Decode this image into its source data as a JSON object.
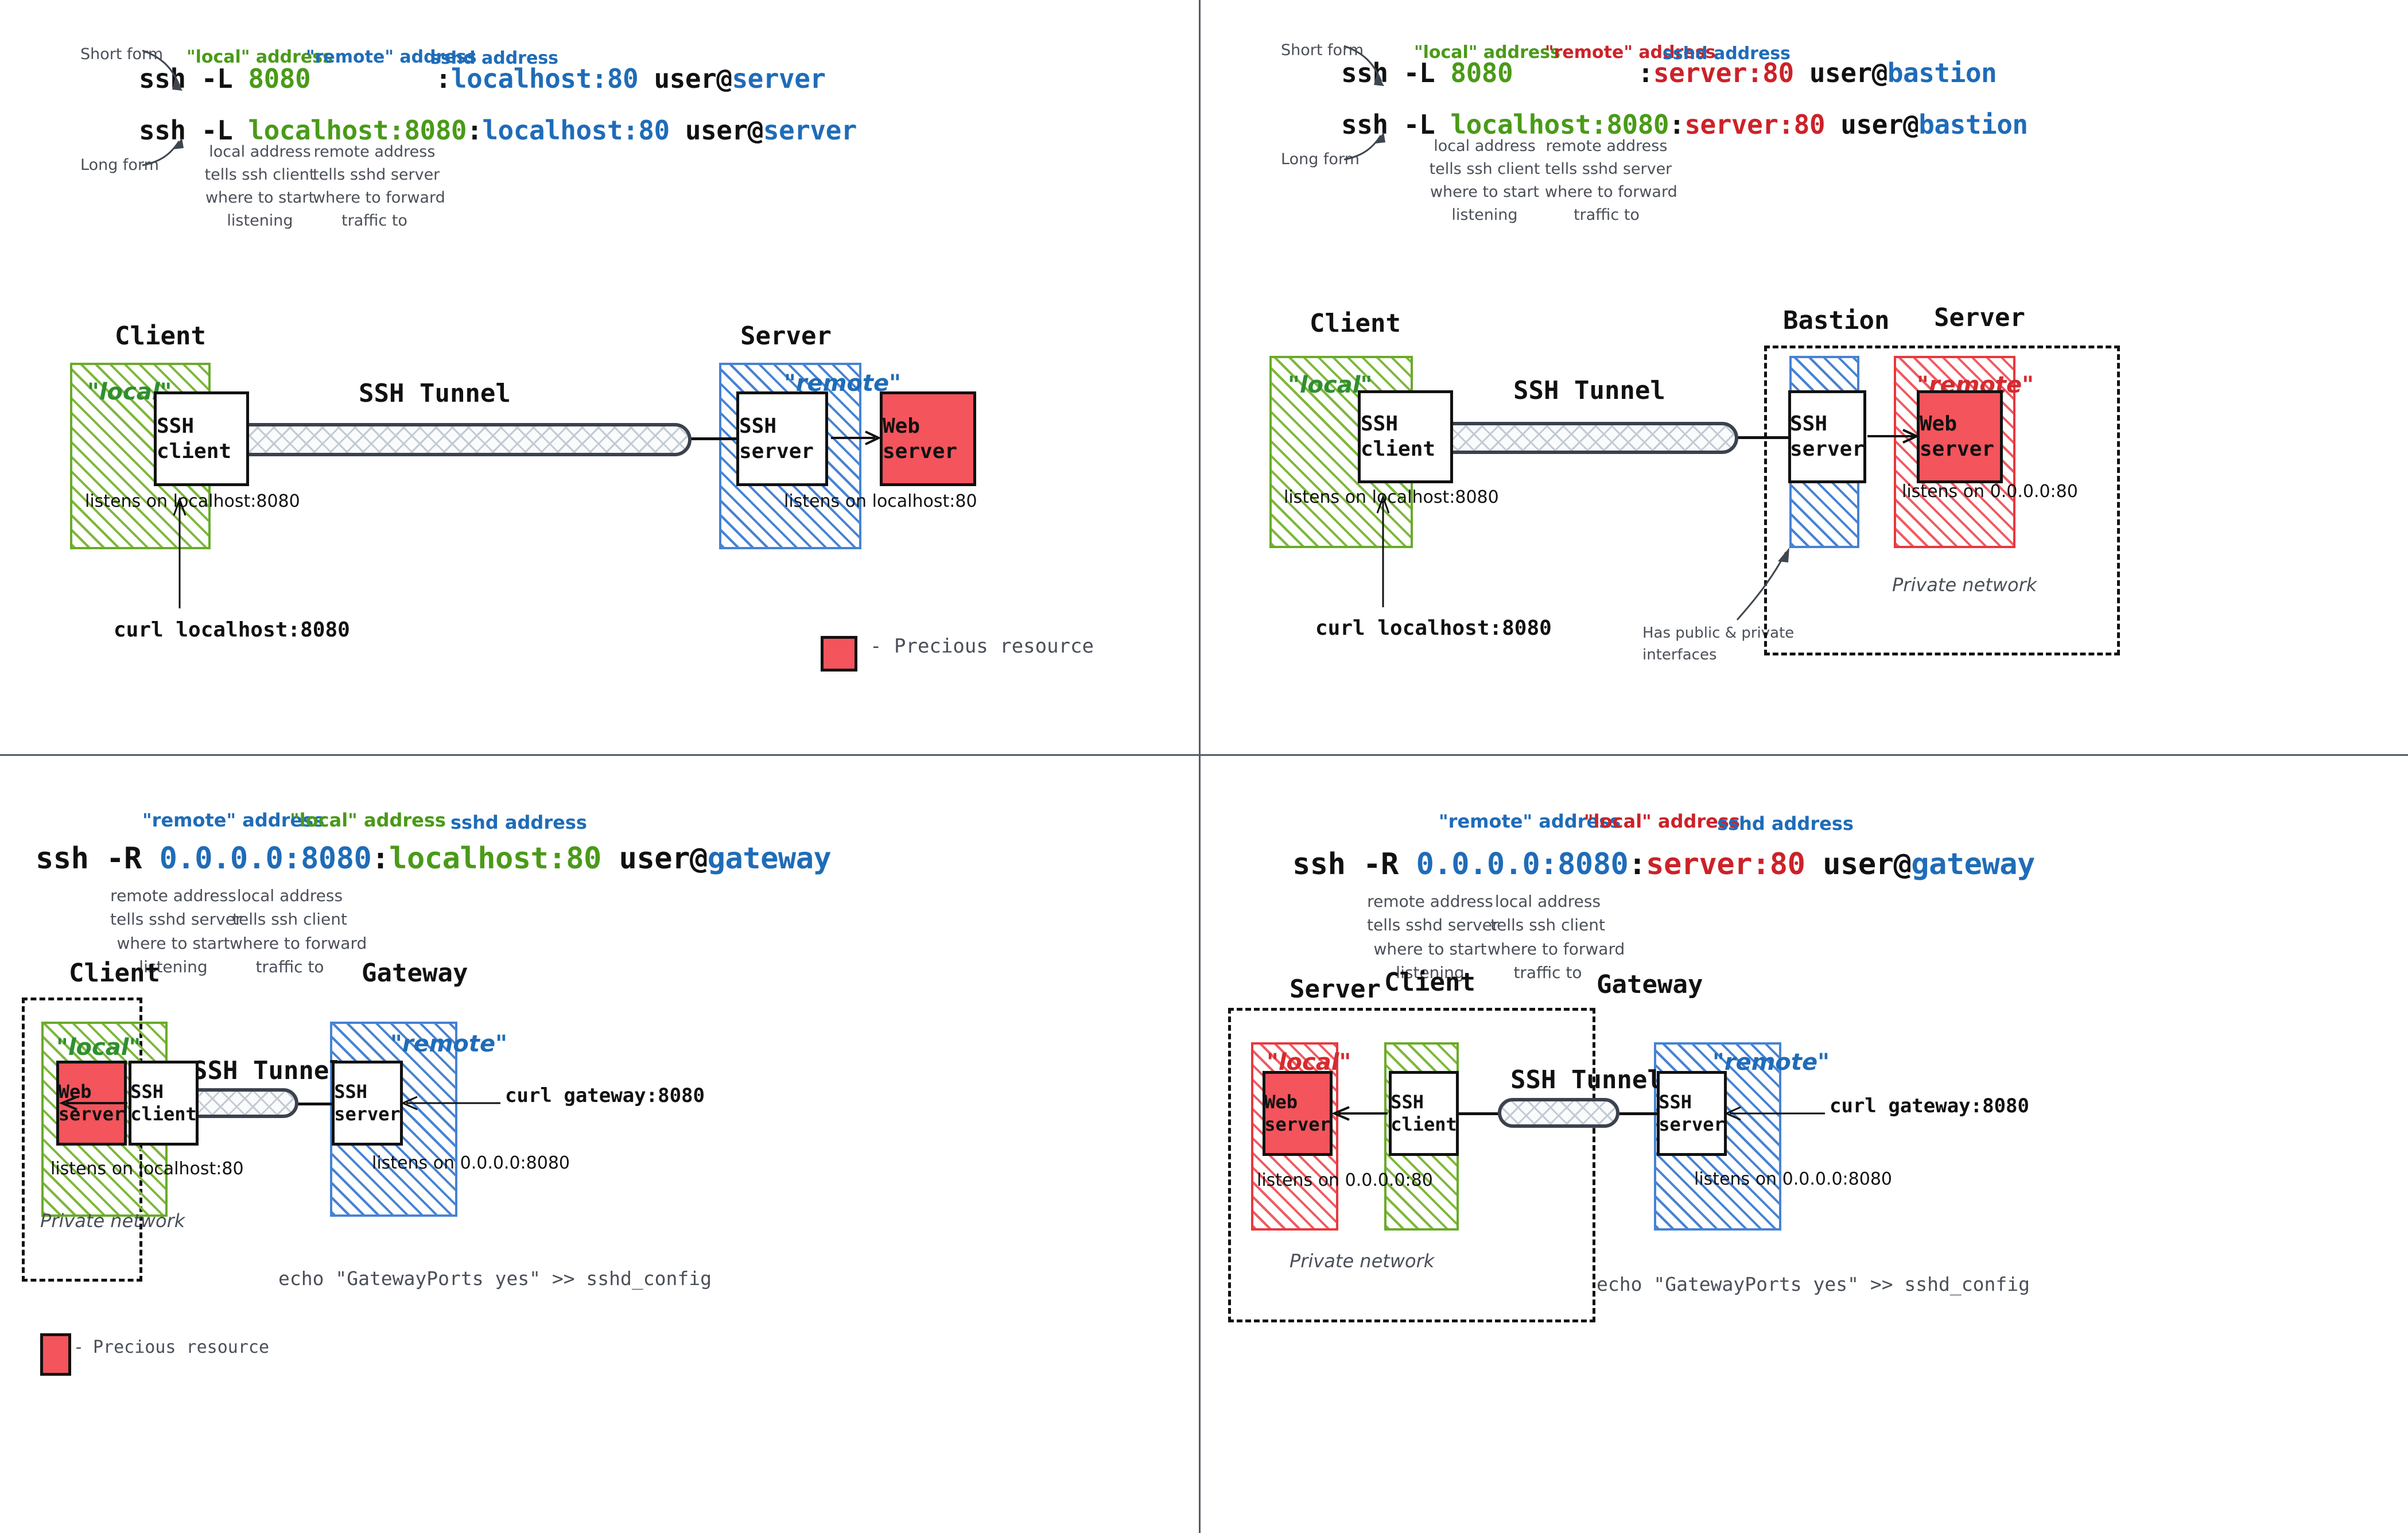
{
  "colors": {
    "green": "#4a9a18",
    "blue": "#1f6cb8",
    "red": "#cc2229",
    "precious": "#F4545C",
    "ink": "#111111",
    "annotation": "#4a4f58"
  },
  "panels": [
    {
      "id": "local-forward-simple",
      "legend_labels": {
        "short_form": "Short form",
        "long_form": "Long form",
        "local_address": "\"local\" address",
        "remote_address": "\"remote\" address",
        "sshd_address": "sshd address"
      },
      "command_short": {
        "prefix": "ssh -L ",
        "local": "8080",
        "gap": "        ",
        "colon": ":",
        "remote": "localhost:80",
        "user": " user@",
        "host": "server"
      },
      "command_long": {
        "prefix": "ssh -L ",
        "local": "localhost:8080",
        "colon": ":",
        "remote": "localhost:80",
        "user": " user@",
        "host": "server"
      },
      "note_local": "local address\ntells ssh client\nwhere to start\nlistening",
      "note_remote": "remote address\ntells sshd server\nwhere to forward\ntraffic to",
      "machines": [
        {
          "title": "Client",
          "zone": "\"local\"",
          "zone_color": "green",
          "listens": "listens on\nlocalhost:8080"
        },
        {
          "title": "Server",
          "zone": "\"remote\"",
          "zone_color": "blue",
          "listens": "listens on\nlocalhost:80"
        }
      ],
      "nodes": {
        "ssh_client": "SSH\nclient",
        "ssh_server": "SSH\nserver",
        "web_server": "Web\nserver"
      },
      "tunnel_label": "SSH Tunnel",
      "curl": "curl localhost:8080",
      "legend": {
        "dash": "-",
        "text": "Precious\nresource"
      }
    },
    {
      "id": "local-forward-bastion",
      "legend_labels": {
        "short_form": "Short form",
        "long_form": "Long form",
        "local_address": "\"local\" address",
        "remote_address": "\"remote\" address",
        "sshd_address": "sshd address"
      },
      "command_short": {
        "prefix": "ssh -L ",
        "local": "8080",
        "gap": "        ",
        "colon": ":",
        "remote": "server:80",
        "user": " user@",
        "host": "bastion"
      },
      "command_long": {
        "prefix": "ssh -L ",
        "local": "localhost:8080",
        "colon": ":",
        "remote": "server:80",
        "user": " user@",
        "host": "bastion"
      },
      "note_local": "local address\ntells ssh client\nwhere to start\nlistening",
      "note_remote": "remote address\ntells sshd server\nwhere to forward\ntraffic to",
      "machines": [
        {
          "title": "Client",
          "zone": "\"local\"",
          "zone_color": "green",
          "listens": "listens on\nlocalhost:8080"
        },
        {
          "title": "Bastion",
          "zone": "",
          "zone_color": "blue",
          "listens": ""
        },
        {
          "title": "Server",
          "zone": "\"remote\"",
          "zone_color": "red",
          "listens": "listens on\n0.0.0.0:80"
        }
      ],
      "nodes": {
        "ssh_client": "SSH\nclient",
        "ssh_server": "SSH\nserver",
        "web_server": "Web\nserver"
      },
      "tunnel_label": "SSH Tunnel",
      "curl": "curl localhost:8080",
      "bastion_note": "Has public & private\ninterfaces",
      "private_network": "Private network"
    },
    {
      "id": "remote-forward-simple",
      "legend_labels": {
        "remote_address": "\"remote\" address",
        "local_address": "\"local\" address",
        "sshd_address": "sshd address"
      },
      "command": {
        "prefix": "ssh -R ",
        "remote": "0.0.0.0:8080",
        "colon": ":",
        "local": "localhost:80",
        "user": " user@",
        "host": "gateway"
      },
      "note_remote": "remote address\ntells sshd server\nwhere to start\nlistening",
      "note_local": "local address\ntells ssh client\nwhere to forward\ntraffic to",
      "machines": [
        {
          "title": "Client",
          "zone": "\"local\"",
          "zone_color": "green",
          "listens": "listens on\nlocalhost:80"
        },
        {
          "title": "Gateway",
          "zone": "\"remote\"",
          "zone_color": "blue",
          "listens": "listens on\n0.0.0.0:8080"
        }
      ],
      "nodes": {
        "ssh_client": "SSH\nclient",
        "ssh_server": "SSH\nserver",
        "web_server": "Web\nserver"
      },
      "tunnel_label": "SSH Tunnel",
      "curl": "curl\ngateway:8080",
      "private_network": "Private network",
      "echo_config": "echo \"GatewayPorts yes\" >> sshd_config",
      "legend": {
        "dash": "-",
        "text": "Precious\nresource"
      }
    },
    {
      "id": "remote-forward-server",
      "legend_labels": {
        "remote_address": "\"remote\" address",
        "local_address": "\"local\" address",
        "sshd_address": "sshd address"
      },
      "command": {
        "prefix": "ssh -R ",
        "remote": "0.0.0.0:8080",
        "colon": ":",
        "local": "server:80",
        "user": " user@",
        "host": "gateway"
      },
      "note_remote": "remote address\ntells sshd server\nwhere to start\nlistening",
      "note_local": "local address\ntells ssh client\nwhere to forward\ntraffic to",
      "machines": [
        {
          "title": "Server",
          "zone": "\"local\"",
          "zone_color": "red",
          "listens": "listens on\n0.0.0.0:80"
        },
        {
          "title": "Client",
          "zone": "",
          "zone_color": "green",
          "listens": ""
        },
        {
          "title": "Gateway",
          "zone": "\"remote\"",
          "zone_color": "blue",
          "listens": "listens on\n0.0.0.0:8080"
        }
      ],
      "nodes": {
        "ssh_client": "SSH\nclient",
        "ssh_server": "SSH\nserver",
        "web_server": "Web\nserver"
      },
      "tunnel_label": "SSH Tunnel",
      "curl": "curl\ngateway:8080",
      "private_network": "Private network",
      "echo_config": "echo \"GatewayPorts yes\" >> sshd_config"
    }
  ]
}
